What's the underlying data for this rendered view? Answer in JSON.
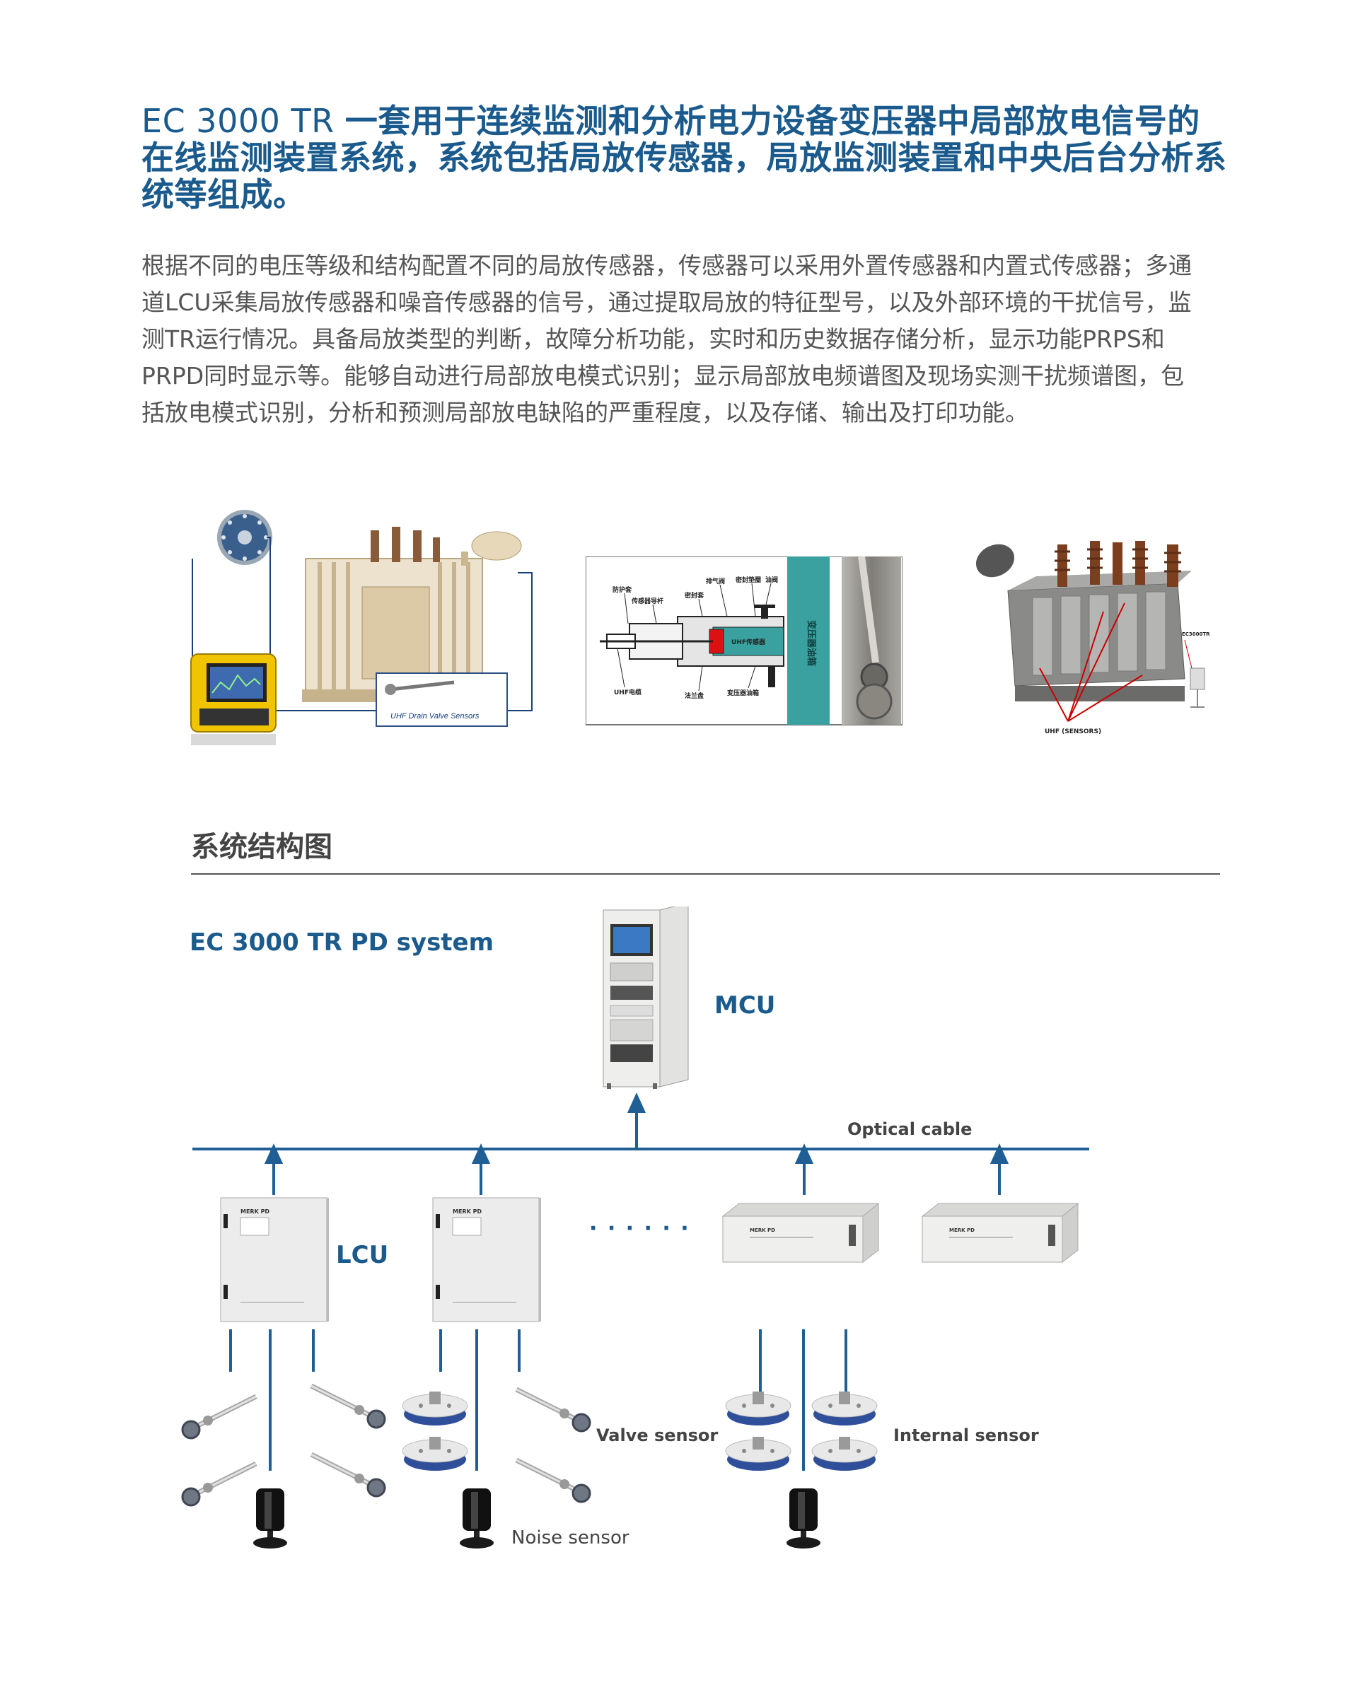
{
  "header": {
    "title_lead": "EC 3000 TR ",
    "title_rest": "一套用于连续监测和分析电力设备变压器中局部放电信号的在线监测装置系统，系统包括局放传感器，局放监测装置和中央后台分析系统等组成。"
  },
  "intro": {
    "paragraph": "根据不同的电压等级和结构配置不同的局放传感器，传感器可以采用外置传感器和内置式传感器；多通道LCU采集局放传感器和噪音传感器的信号，通过提取局放的特征型号，以及外部环境的干扰信号，监测TR运行情况。具备局放类型的判断，故障分析功能，实时和历史数据存储分析，显示功能PRPS和PRPD同时显示等。能够自动进行局部放电模式识别；显示局部放电频谱图及现场实测干扰频谱图，包括放电模式识别，分析和预测局部放电缺陷的严重程度，以及存储、输出及打印功能。"
  },
  "figures": {
    "fig1": {
      "caption": "UHF Drain Valve Sensors"
    },
    "fig2": {
      "labels": {
        "protect_cover": "防护套",
        "guide_rod": "传感器导杆",
        "seal_cover": "密封套",
        "vent_valve": "排气阀",
        "seal_gasket": "密封垫圈",
        "oil_valve": "油阀",
        "uhf_sensor": "UHF传感器",
        "tank_wall": "变压器油箱",
        "uhf_cable": "UHF电缆",
        "flange": "法兰盘",
        "tank_wall_bottom": "变压器油箱"
      }
    },
    "fig3": {
      "device_label": "EC3000TR",
      "sensors_label": "UHF (SENSORS)"
    }
  },
  "section": {
    "title": "系统结构图"
  },
  "diagram": {
    "title": "EC 3000 TR PD system",
    "mcu": "MCU",
    "optical_cable": "Optical cable",
    "lcu": "LCU",
    "ellipsis": "· · · · · ·",
    "device_brand": "MERK PD",
    "valve_sensor": "Valve sensor",
    "internal_sensor": "Internal sensor",
    "noise_sensor": "Noise sensor"
  },
  "colors": {
    "brand_blue": "#1a5a8c",
    "diagram_blue": "#1f5f95"
  }
}
